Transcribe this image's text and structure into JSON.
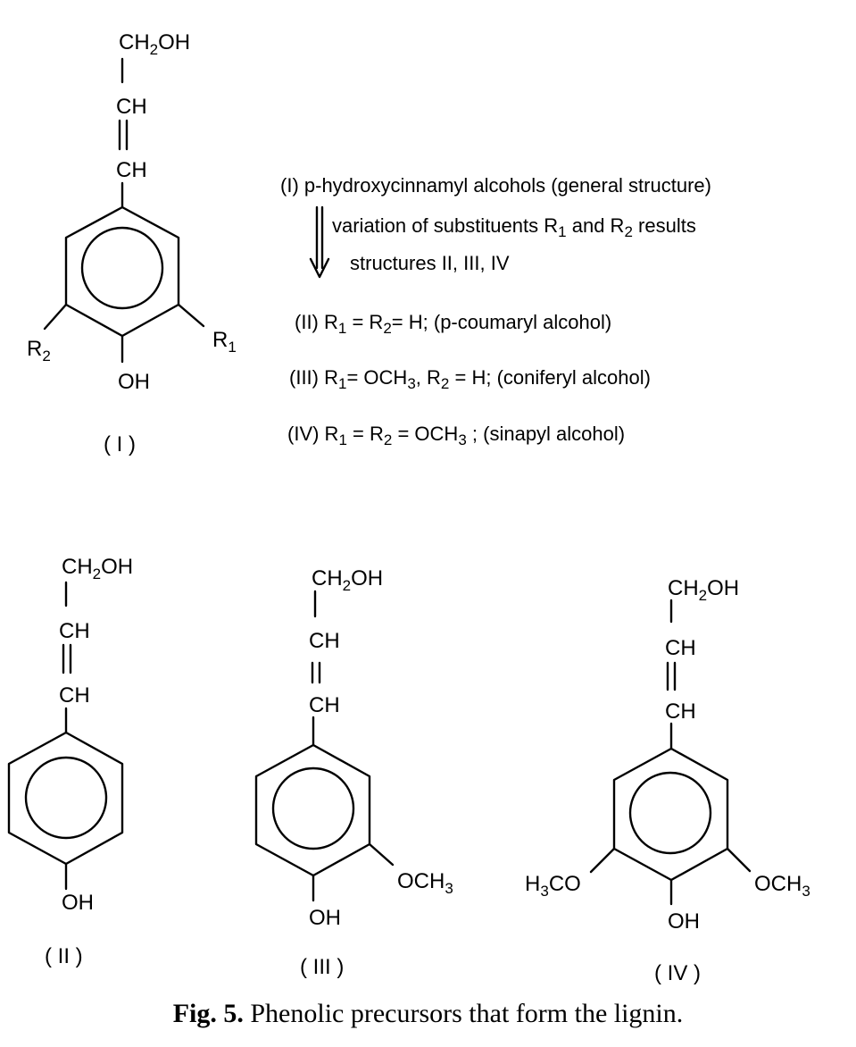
{
  "figure": {
    "caption_label": "Fig. 5.",
    "caption_text": "Phenolic precursors that form the lignin.",
    "structure_I": {
      "top_group": "CH2OH",
      "chain_1": "CH",
      "chain_2": "CH",
      "para_group": "OH",
      "left_substituent": "R2",
      "right_substituent": "R1",
      "id_label": "( I )"
    },
    "structure_II": {
      "top_group": "CH2OH",
      "chain_1": "CH",
      "chain_2": "CH",
      "para_group": "OH",
      "id_label": "( II )"
    },
    "structure_III": {
      "top_group": "CH2OH",
      "chain_1": "CH",
      "chain_2": "CH",
      "para_group": "OH",
      "right_substituent": "OCH3",
      "id_label": "( III )"
    },
    "structure_IV": {
      "top_group": "CH2OH",
      "chain_1": "CH",
      "chain_2": "CH",
      "para_group": "OH",
      "left_substituent": "H3CO",
      "right_substituent": "OCH3",
      "id_label": "( IV )"
    },
    "description": {
      "line_I": "(I) p-hydroxycinnamyl alcohols (general structure)",
      "arrow_text_1": "variation of substituents R1 and R2 results",
      "arrow_text_2": "structures II, III, IV",
      "line_II": "(II) R1 = R2 = H;  (p-coumaryl alcohol)",
      "line_III": "(III) R1 = OCH3, R2 = H;  (coniferyl alcohol)",
      "line_IV": "(IV) R1 = R2 = OCH3 ; (sinapyl alcohol)"
    }
  }
}
